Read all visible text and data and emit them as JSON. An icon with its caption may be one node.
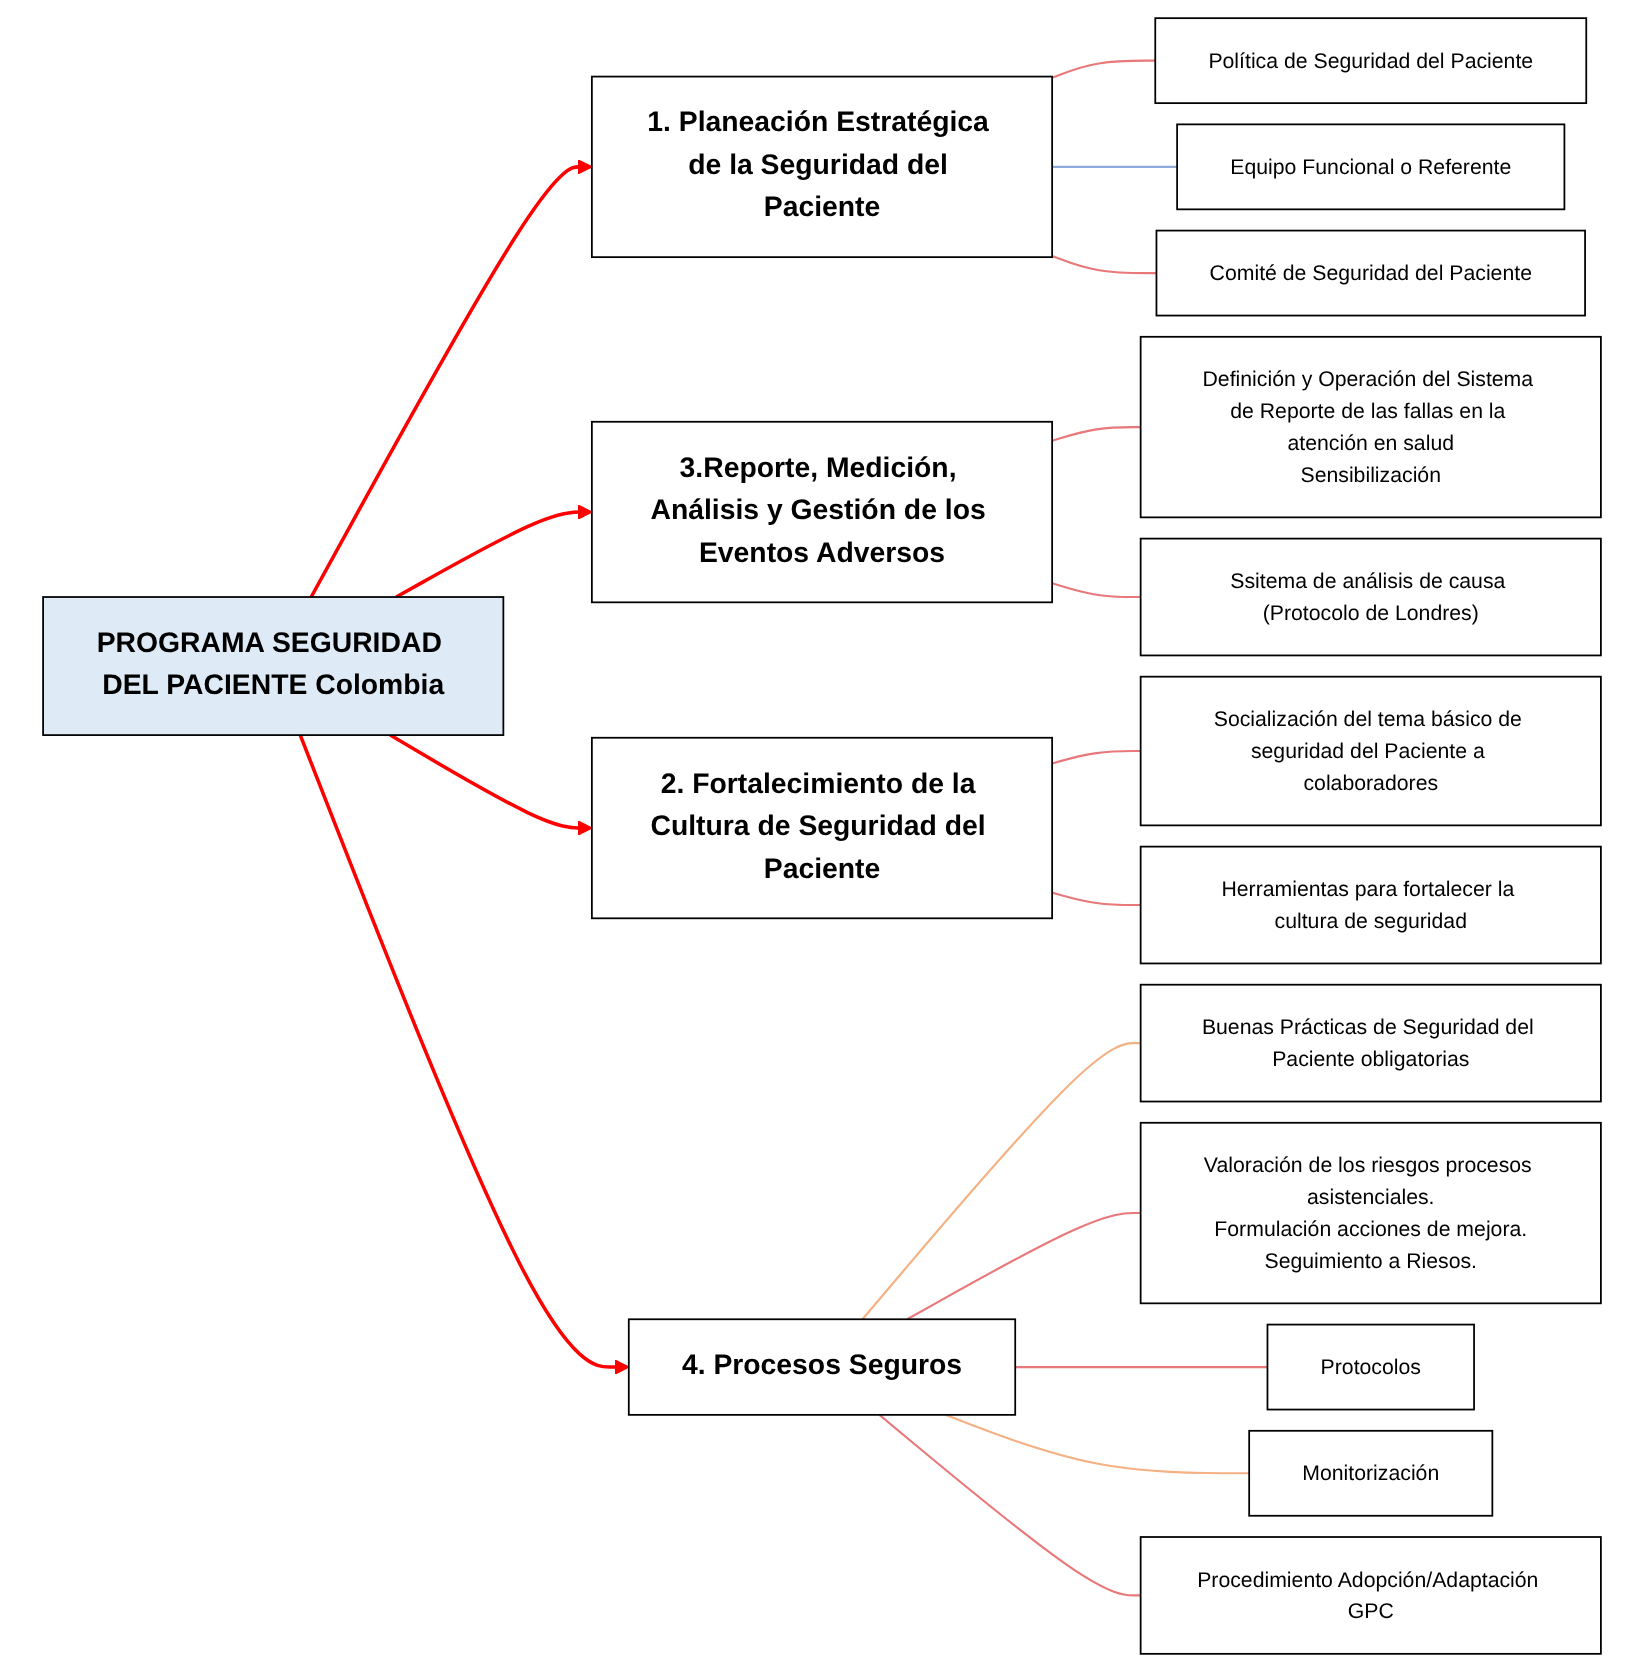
{
  "diagram": {
    "nodes": [
      {
        "text": [
          "Política de Seguridad del Paciente"
        ]
      },
      {
        "text": [
          "1. Planeación Estratégica de la Seguridad del Paciente"
        ]
      },
      {
        "text": [
          "Equipo Funcional o Referente"
        ]
      },
      {
        "text": [
          "Comité de Seguridad del Paciente"
        ]
      },
      {
        "text": [
          "Definición y Operación del Sistema de Reporte de las fallas en la atención en salud",
          "Sensibilización"
        ]
      },
      {
        "text": [
          "Socialización del tema básico de seguridad del Paciente a colaboradores"
        ]
      },
      {
        "text": [
          "3.Reporte, Medición, Análisis y Gestión de los Eventos Adversos"
        ]
      },
      {
        "text": [
          "PROGRAMA SEGURIDAD DEL PACIENTE Colombia"
        ]
      },
      {
        "text": [
          "2. Fortalecimiento de la Cultura de Seguridad del Paciente"
        ]
      },
      {
        "text": [
          "Ssitema de análisis de causa (Protocolo de Londres)"
        ]
      },
      {
        "text": [
          "Herramientas para fortalecer la cultura de seguridad"
        ]
      },
      {
        "text": [
          "4. Procesos Seguros"
        ]
      },
      {
        "text": [
          "Buenas Prácticas de Seguridad del Paciente obligatorias"
        ]
      },
      {
        "text": [
          "Valoración de los riesgos procesos asistenciales.",
          "Formulación acciones de mejora.",
          "Seguimiento a Riesos."
        ]
      },
      {
        "text": [
          "Protocolos"
        ]
      },
      {
        "text": [
          "Monitorización"
        ]
      },
      {
        "text": [
          "Procedimiento Adopción/Adaptación GPC"
        ]
      }
    ],
    "edges": [
      {
        "from": 7,
        "to": 1,
        "arrow": "to",
        "color": "#ff0000"
      },
      {
        "from": 7,
        "to": 6,
        "arrow": "to",
        "color": "#ff0000"
      },
      {
        "from": 7,
        "to": 8,
        "arrow": "to",
        "color": "#ff0000"
      },
      {
        "from": 7,
        "to": 11,
        "arrow": "to",
        "color": "#ff0000"
      },
      {
        "from": 1,
        "to": 0,
        "arrow": "none"
      },
      {
        "from": 1,
        "to": 2,
        "arrow": "none",
        "color": "#8eaadb"
      },
      {
        "from": 1,
        "to": 3,
        "arrow": "none"
      },
      {
        "from": 6,
        "to": 4,
        "arrow": "none"
      },
      {
        "from": 8,
        "to": 5,
        "arrow": "none"
      },
      {
        "from": 6,
        "to": 9,
        "arrow": "none"
      },
      {
        "from": 8,
        "to": 10,
        "arrow": "none"
      },
      {
        "from": 11,
        "to": 12,
        "arrow": "none",
        "color": "#f4b183"
      },
      {
        "from": 11,
        "to": 13,
        "arrow": "none"
      },
      {
        "from": 11,
        "to": 14,
        "arrow": "none"
      },
      {
        "from": 11,
        "to": 15,
        "arrow": "none",
        "color": "#f4b183"
      },
      {
        "from": 11,
        "to": 16,
        "arrow": "none"
      }
    ]
  }
}
